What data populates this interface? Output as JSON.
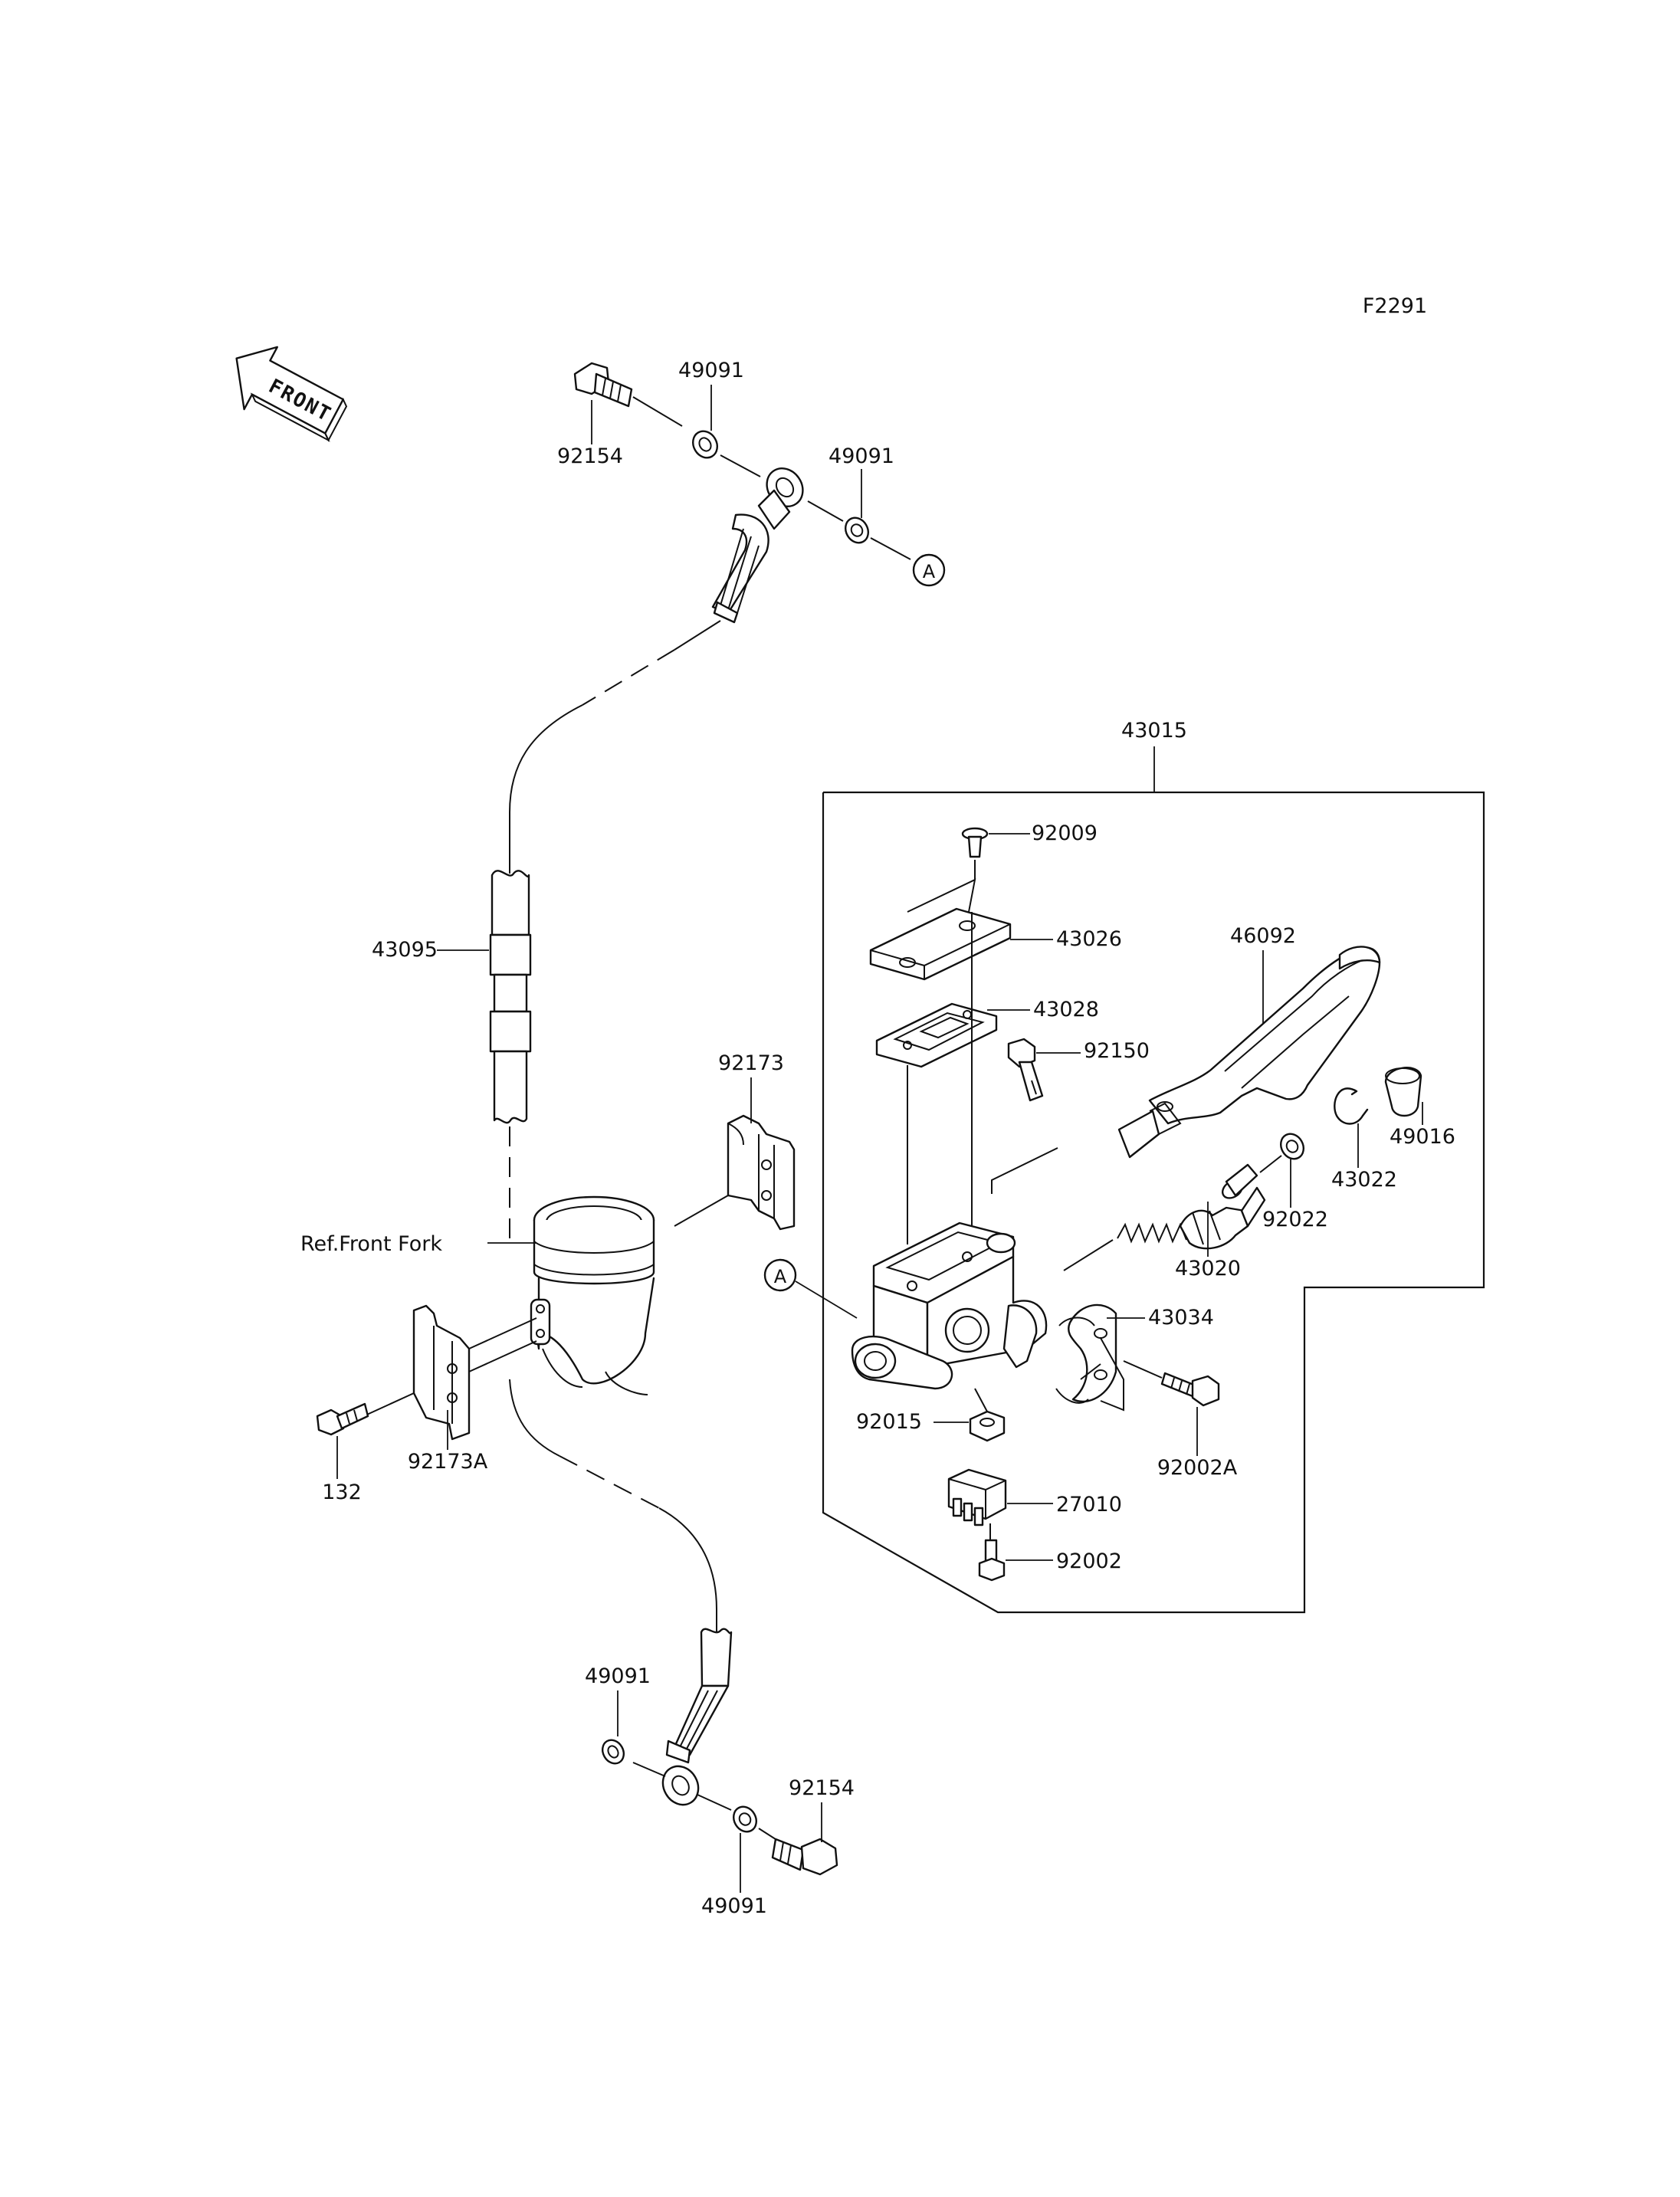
{
  "figure_code": "F2291",
  "front_label": "FRONT",
  "reference_label": "Ref.Front Fork",
  "callout": "A",
  "parts": {
    "p43015": "43015",
    "p92009": "92009",
    "p43026": "43026",
    "p43028": "43028",
    "p92150": "92150",
    "p46092": "46092",
    "p49016": "49016",
    "p43022": "43022",
    "p92022": "92022",
    "p43020": "43020",
    "p43034": "43034",
    "p92015": "92015",
    "p92002A": "92002A",
    "p27010": "27010",
    "p92002": "92002",
    "p43095": "43095",
    "p92173": "92173",
    "p92173A": "92173A",
    "p132": "132",
    "p92154_top": "92154",
    "p49091_top1": "49091",
    "p49091_top2": "49091",
    "p49091_bot1": "49091",
    "p49091_bot2": "49091",
    "p92154_bot": "92154"
  }
}
